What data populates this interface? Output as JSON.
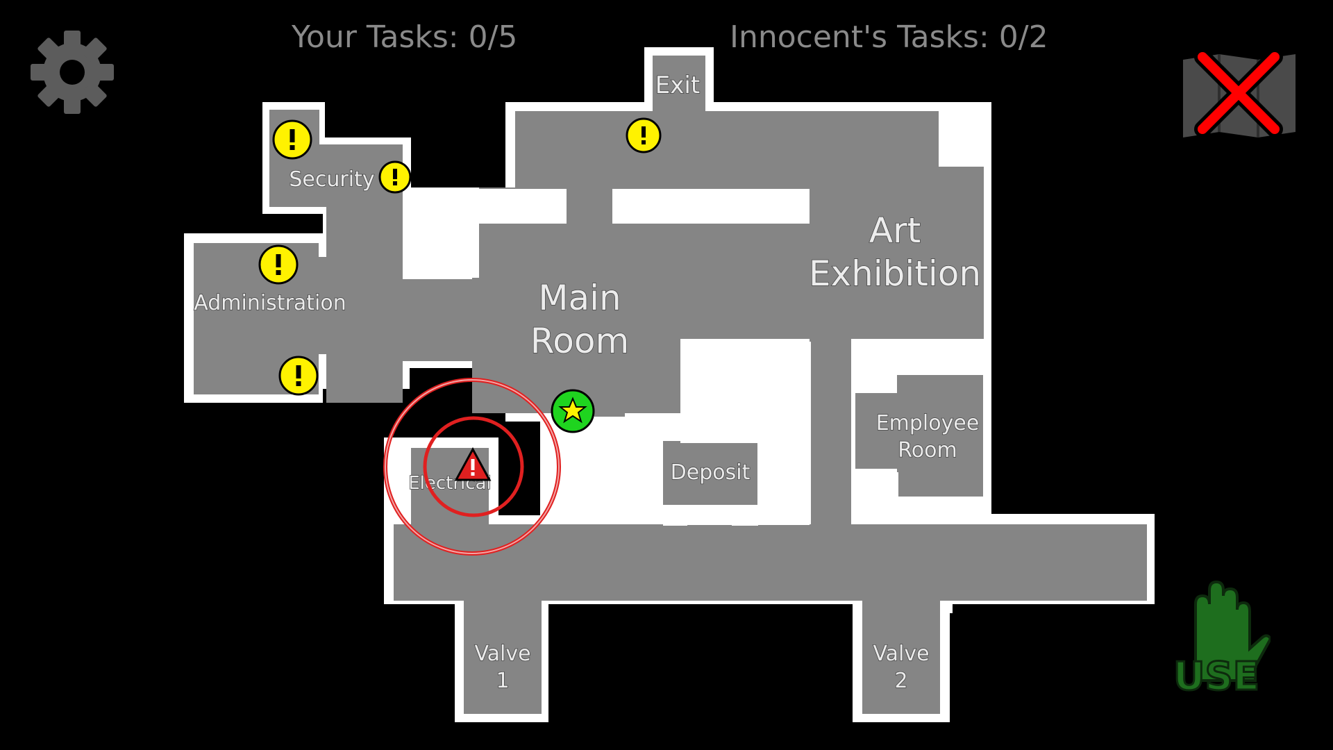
{
  "hud": {
    "your_tasks": "Your Tasks: 0/5",
    "innocent_tasks": "Innocent's Tasks: 0/2"
  },
  "buttons": {
    "settings_icon": "gear-icon",
    "close_map_icon": "map-close-icon",
    "use_label": "USE",
    "use_icon": "hand-icon"
  },
  "rooms": {
    "exit": "Exit",
    "security": "Security",
    "administration": "Administration",
    "main_room_1": "Main",
    "main_room_2": "Room",
    "art_1": "Art",
    "art_2": "Exhibition",
    "employee_1": "Employee",
    "employee_2": "Room",
    "deposit": "Deposit",
    "electrical": "Electrical",
    "valve1_1": "Valve",
    "valve1_2": "1",
    "valve2_1": "Valve",
    "valve2_2": "2"
  },
  "markers": {
    "task_marker": "exclamation-marker",
    "player_marker": "star-marker",
    "sabotage_marker": "warning-triangle"
  },
  "colors": {
    "floor": "#858585",
    "wall": "#ffffff",
    "task_yellow": "#fff200",
    "player_green": "#1fd41f",
    "alert_red": "#e02020",
    "use_green": "#1e6e1e"
  }
}
